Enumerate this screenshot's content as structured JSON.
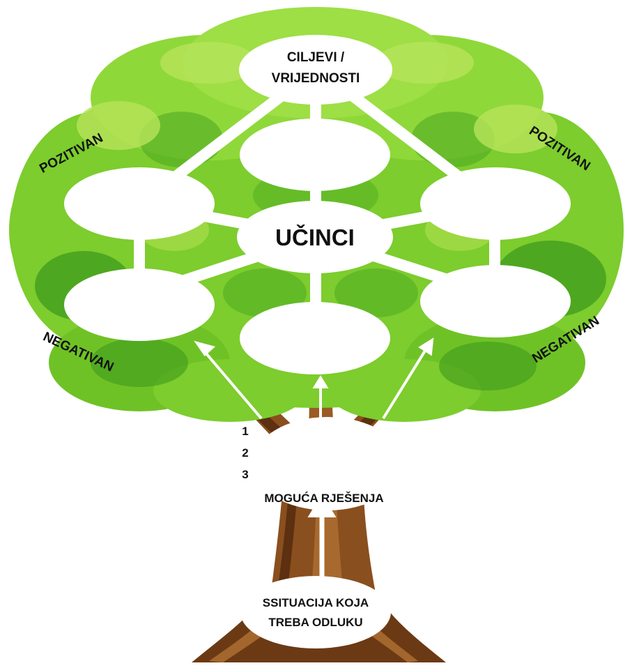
{
  "diagram": {
    "goals_line1": "CILJEVI /",
    "goals_line2": "VRIJEDNOSTI",
    "effects": "UČINCI",
    "positive_left": "POZITIVAN",
    "positive_right": "POZITIVAN",
    "negative_left": "NEGATIVAN",
    "negative_right": "NEGATIVAN",
    "solution_numbers": [
      "1",
      "2",
      "3"
    ],
    "solutions": "MOGUĆA RJEŠENJA",
    "situation_line1": "SSITUACIJA KOJA",
    "situation_line2": "TREBA ODLUKU"
  },
  "colors": {
    "foliage_light": "#b7e35a",
    "foliage_mid": "#7ccd2d",
    "foliage_dark": "#3f9a1c",
    "trunk": "#8a4f1e",
    "trunk_dark": "#5c3010",
    "bubble": "#ffffff"
  }
}
